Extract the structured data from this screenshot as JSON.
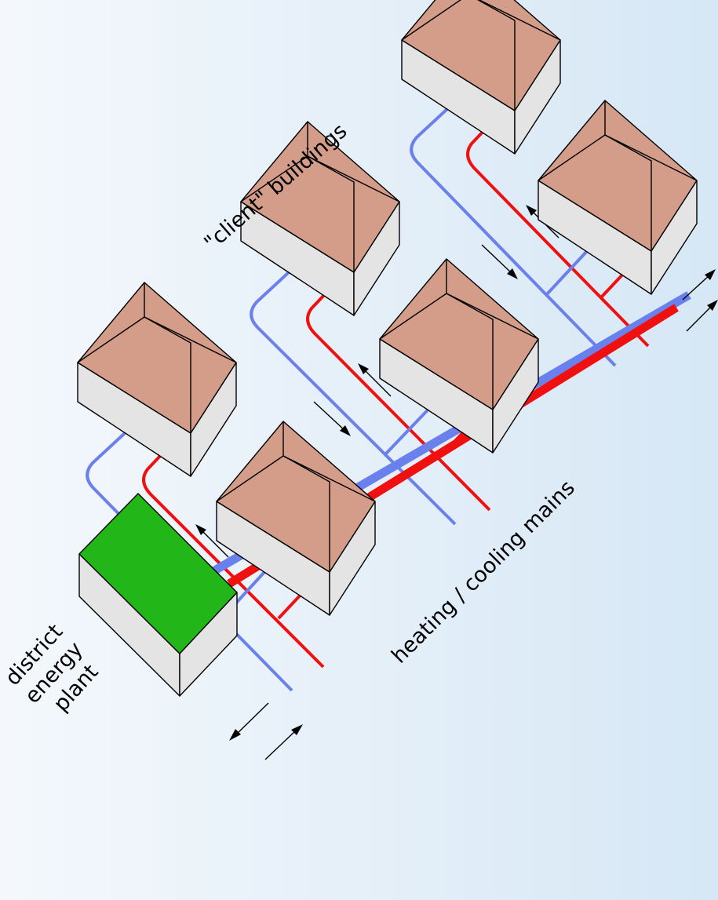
{
  "labels": {
    "plant": [
      "district",
      "energy",
      "plant"
    ],
    "clients": "\"client\" buildings",
    "mains": "heating / cooling mains"
  },
  "colors": {
    "background_left": "#f4f8fc",
    "background_right": "#d6e7f5",
    "supply_pipe": "#6a80ec",
    "return_pipe": "#f01010",
    "roof": "#d49d89",
    "wall": "#e4e4e4",
    "plant_roof": "#22b618"
  }
}
